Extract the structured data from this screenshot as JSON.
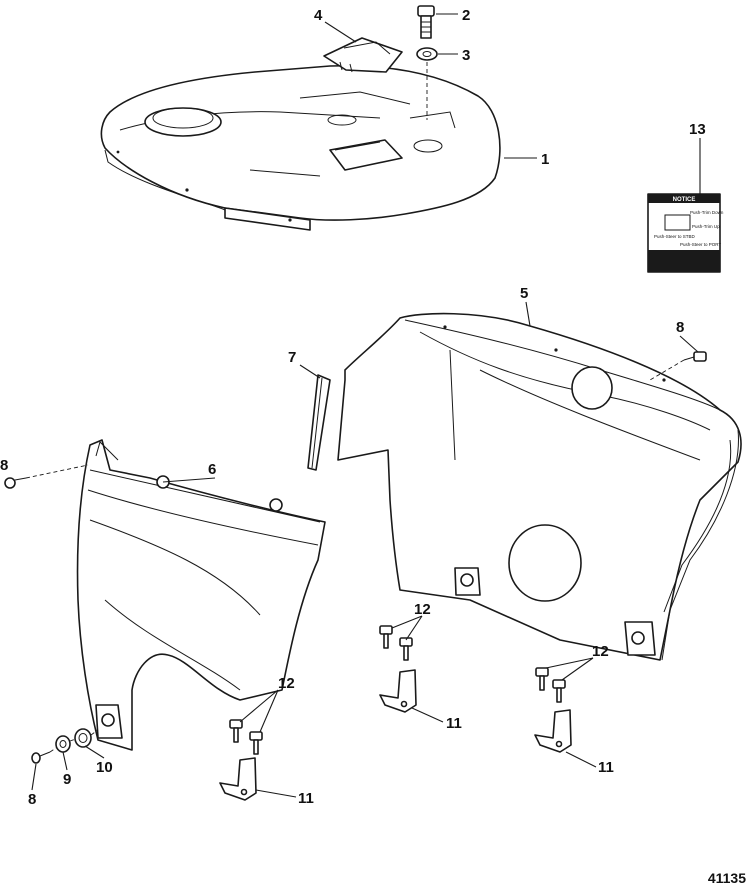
{
  "figure_number": "41135",
  "callouts": [
    "1",
    "2",
    "3",
    "4",
    "5",
    "6",
    "7",
    "8",
    "8",
    "8",
    "9",
    "10",
    "11",
    "11",
    "11",
    "12",
    "12",
    "12",
    "13"
  ],
  "decal": {
    "heading": "NOTICE",
    "lines": [
      "Push-Trim Down",
      "Push-Trim Up",
      "Push-Steer to STBD",
      "Push-Steer to PORT"
    ]
  },
  "colors": {
    "line": "#1a1a1a",
    "background": "#ffffff",
    "shade": "#d9d9d9"
  }
}
